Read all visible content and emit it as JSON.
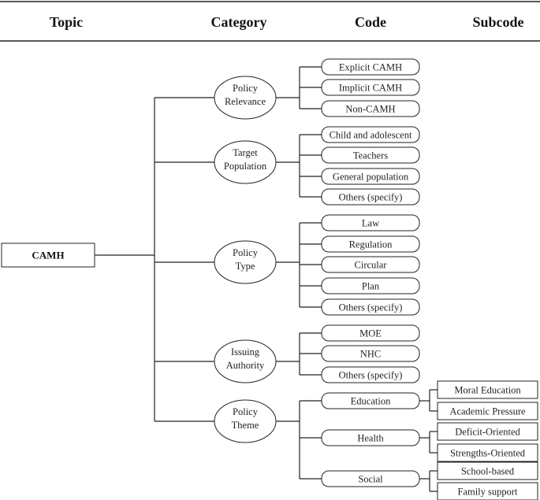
{
  "headers": {
    "topic": "Topic",
    "category": "Category",
    "code": "Code",
    "subcode": "Subcode"
  },
  "topic": "CAMH",
  "categories": [
    {
      "label": [
        "Policy",
        "Relevance"
      ],
      "codes": [
        {
          "label": "Explicit CAMH"
        },
        {
          "label": "Implicit CAMH"
        },
        {
          "label": "Non-CAMH"
        }
      ]
    },
    {
      "label": [
        "Target",
        "Population"
      ],
      "codes": [
        {
          "label": "Child and adolescent"
        },
        {
          "label": "Teachers"
        },
        {
          "label": "General population"
        },
        {
          "label": "Others (specify)"
        }
      ]
    },
    {
      "label": [
        "Policy",
        "Type"
      ],
      "codes": [
        {
          "label": "Law"
        },
        {
          "label": "Regulation"
        },
        {
          "label": "Circular"
        },
        {
          "label": "Plan"
        },
        {
          "label": "Others (specify)"
        }
      ]
    },
    {
      "label": [
        "Issuing",
        "Authority"
      ],
      "codes": [
        {
          "label": "MOE"
        },
        {
          "label": "NHC"
        },
        {
          "label": "Others (specify)"
        }
      ]
    },
    {
      "label": [
        "Policy",
        "Theme"
      ],
      "codes": [
        {
          "label": "Education",
          "subcodes": [
            "Moral Education",
            "Academic Pressure"
          ]
        },
        {
          "label": "Health",
          "subcodes": [
            "Deficit-Oriented",
            "Strengths-Oriented"
          ]
        },
        {
          "label": "Social",
          "subcodes": [
            "School-based",
            "Family support"
          ]
        }
      ]
    }
  ]
}
